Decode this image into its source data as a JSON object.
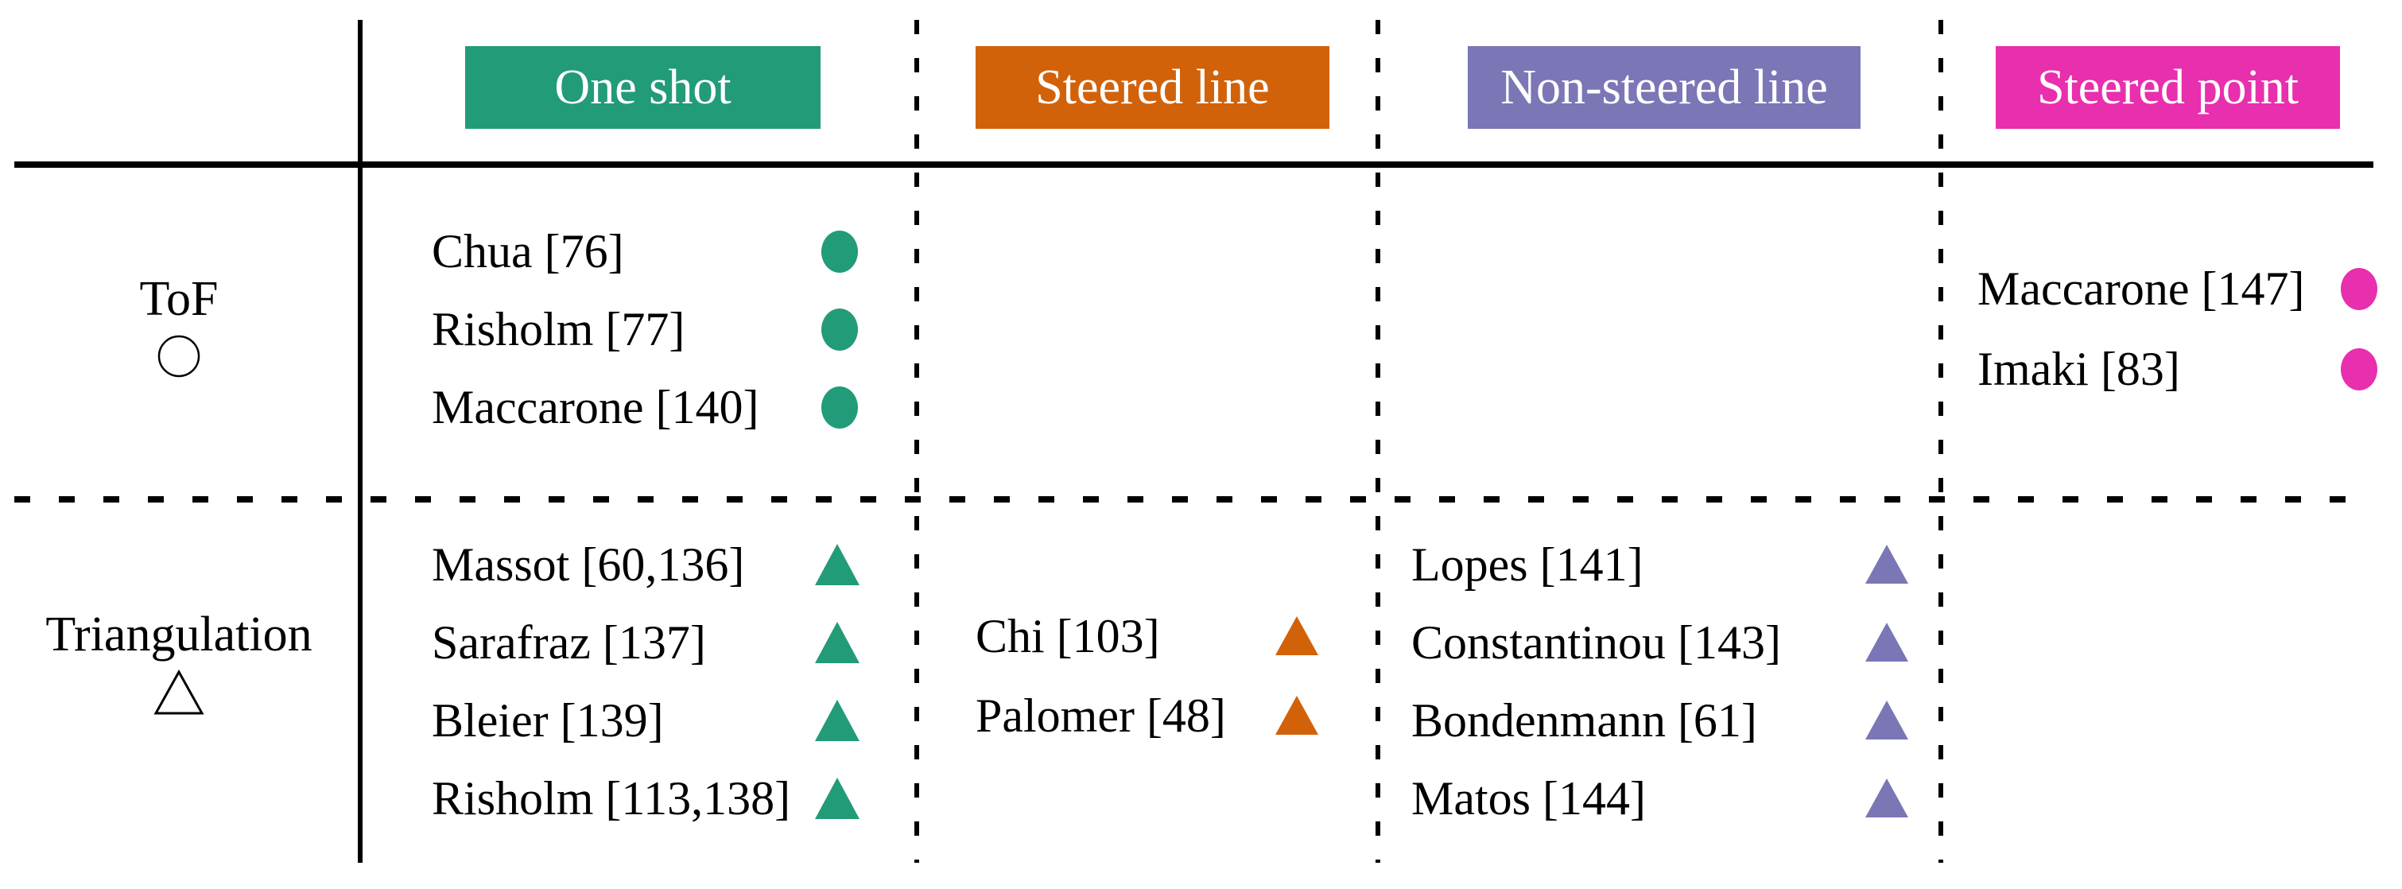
{
  "colors": {
    "one_shot": "#229b79",
    "steered_line": "#d2620a",
    "non_steered_line": "#7b76b5",
    "steered_point": "#e82fae",
    "line_color": "#000000",
    "header_text": "#ffffff"
  },
  "columns": {
    "one_shot": "One shot",
    "steered_line": "Steered line",
    "non_steered_line": "Non-steered line",
    "steered_point": "Steered point"
  },
  "rows": {
    "tof": {
      "label": "ToF",
      "marker": "open-circle"
    },
    "triangulation": {
      "label": "Triangulation",
      "marker": "open-triangle"
    }
  },
  "cells": {
    "tof_one_shot": {
      "marker": "filled-circle",
      "entries": [
        "Chua [76]",
        "Risholm [77]",
        "Maccarone [140]"
      ]
    },
    "tof_steered_point": {
      "marker": "filled-circle",
      "entries": [
        "Maccarone [147]",
        "Imaki [83]"
      ]
    },
    "triangulation_one_shot": {
      "marker": "filled-triangle",
      "entries": [
        "Massot [60,136]",
        "Sarafraz [137]",
        "Bleier [139]",
        "Risholm [113,138]"
      ]
    },
    "triangulation_steered_line": {
      "marker": "filled-triangle",
      "entries": [
        "Chi [103]",
        "Palomer [48]"
      ]
    },
    "triangulation_non_steered_line": {
      "marker": "filled-triangle",
      "entries": [
        "Lopes [141]",
        "Constantinou [143]",
        "Bondenmann [61]",
        "Matos [144]"
      ]
    }
  }
}
